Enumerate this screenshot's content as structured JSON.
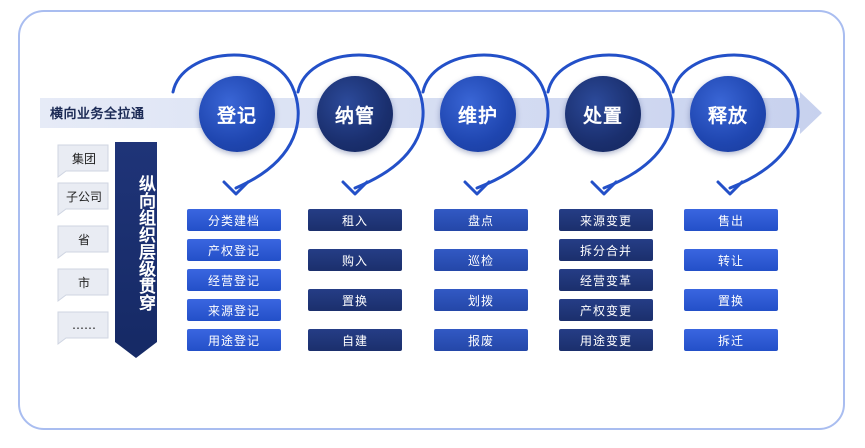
{
  "horizontal_label": "横向业务全拉通",
  "vertical_label": "纵向组织层级贯穿",
  "levels": [
    "集团",
    "子公司",
    "省",
    "市",
    "……"
  ],
  "stages": [
    {
      "name": "登记",
      "items": [
        "分类建档",
        "产权登记",
        "经营登记",
        "来源登记",
        "用途登记"
      ]
    },
    {
      "name": "纳管",
      "items": [
        "租入",
        "购入",
        "置换",
        "自建"
      ]
    },
    {
      "name": "维护",
      "items": [
        "盘点",
        "巡检",
        "划拨",
        "报废"
      ]
    },
    {
      "name": "处置",
      "items": [
        "来源变更",
        "拆分合并",
        "经营变革",
        "产权变更",
        "用途变更"
      ]
    },
    {
      "name": "释放",
      "items": [
        "售出",
        "转让",
        "置换",
        "拆迁"
      ]
    }
  ],
  "colors": {
    "primary": "#2350c8",
    "navy": "#1b2f6c",
    "frame": "#a9bdf0",
    "band": "#c9d3ee"
  }
}
